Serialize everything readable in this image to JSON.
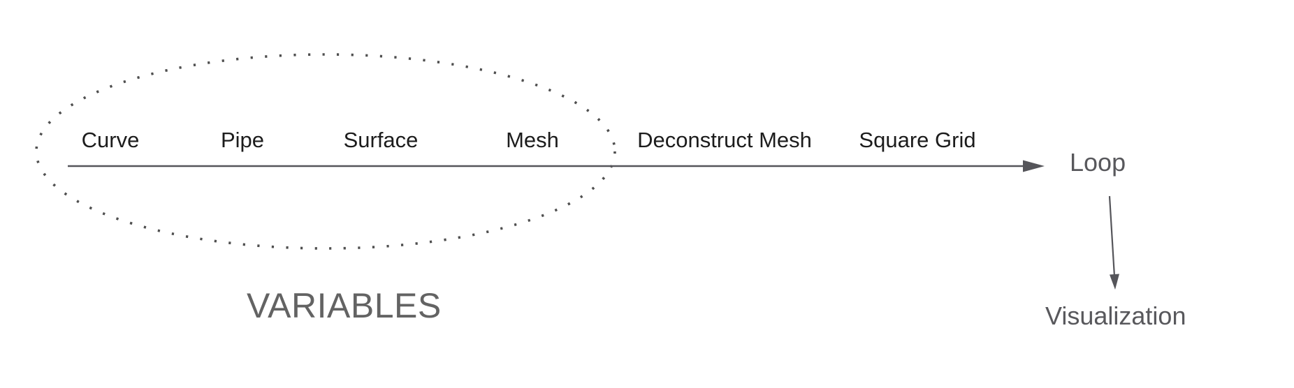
{
  "diagram": {
    "flow_labels": [
      "Curve",
      "Pipe",
      "Surface",
      "Mesh",
      "Deconstruct Mesh",
      "Square Grid"
    ],
    "group_caption": "VARIABLES",
    "loop_label": "Loop",
    "visualization_label": "Visualization",
    "colors": {
      "label_text": "#1c1c1c",
      "muted_text": "#58585c",
      "caption_text": "#636363",
      "line": "#55555a",
      "ellipse_dots": "#4f4f4f"
    }
  }
}
